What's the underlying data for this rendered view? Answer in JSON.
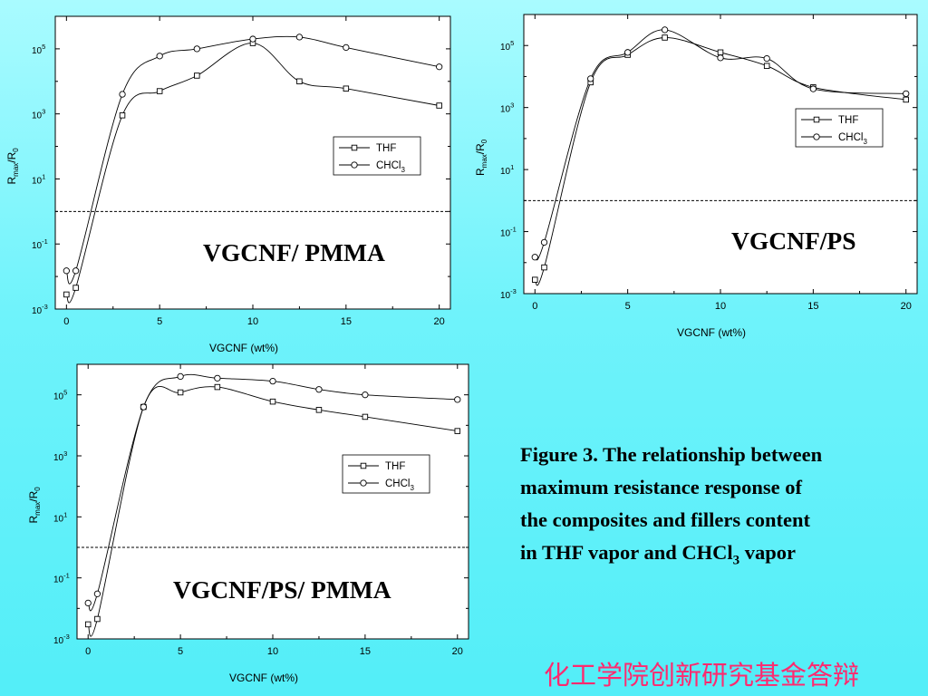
{
  "caption": {
    "line1": "Figure 3. The relationship between",
    "line2": "maximum resistance response of",
    "line3": "the composites and fillers content",
    "line4a": "in THF vapor and CHCl",
    "line4sub": "3",
    "line4b": " vapor"
  },
  "footer": "化工学院创新研究基金答辩",
  "colors": {
    "background": "#6ff3fb",
    "plot_bg": "#ffffff",
    "footer_text": "#ff2a6f"
  },
  "chart_data": [
    {
      "type": "scatter",
      "title": "VGCNF/ PMMA",
      "xlabel": "VGCNF (wt%)",
      "ylabel_main": "R",
      "ylabel_sub1": "max",
      "ylabel_mid": "/R",
      "ylabel_sub2": "0",
      "xlim": [
        -0.6,
        20.6
      ],
      "ylim_log10": [
        -3,
        6
      ],
      "y_scale": "log",
      "x_ticks": [
        0,
        5,
        10,
        15,
        20
      ],
      "x_tick_labels": [
        "0",
        "5",
        "10",
        "15",
        "20"
      ],
      "y_ticks_log10": [
        -3,
        -1,
        1,
        3,
        5
      ],
      "y_tick_base": "10",
      "y_tick_exps": [
        "-3",
        "-1",
        "1",
        "3",
        "5"
      ],
      "reference_line_y": 1,
      "legend": {
        "position": "center-right",
        "entries": [
          {
            "label": "THF",
            "sub": "",
            "marker": "square"
          },
          {
            "label": "CHCl",
            "sub": "3",
            "marker": "circle"
          }
        ]
      },
      "series": [
        {
          "name": "THF",
          "marker": "square",
          "x": [
            0,
            0.5,
            3,
            5,
            7,
            10,
            12.5,
            15,
            20
          ],
          "y": [
            0.0028,
            0.0045,
            900,
            5000,
            15000,
            150000,
            10000,
            6000,
            1800
          ]
        },
        {
          "name": "CHCl3",
          "marker": "circle",
          "x": [
            0,
            0.5,
            3,
            5,
            7,
            10,
            12.5,
            15,
            20
          ],
          "y": [
            0.015,
            0.015,
            4000,
            60000,
            100000,
            200000,
            230000,
            110000,
            28000
          ]
        }
      ]
    },
    {
      "type": "scatter",
      "title": "VGCNF/PS",
      "xlabel": "VGCNF (wt%)",
      "ylabel_main": "R",
      "ylabel_sub1": "max",
      "ylabel_mid": "/R",
      "ylabel_sub2": "0",
      "xlim": [
        -0.6,
        20.6
      ],
      "ylim_log10": [
        -3,
        6
      ],
      "y_scale": "log",
      "x_ticks": [
        0,
        5,
        10,
        15,
        20
      ],
      "x_tick_labels": [
        "0",
        "5",
        "10",
        "15",
        "20"
      ],
      "y_ticks_log10": [
        -3,
        -1,
        1,
        3,
        5
      ],
      "y_tick_base": "10",
      "y_tick_exps": [
        "-3",
        "-1",
        "1",
        "3",
        "5"
      ],
      "reference_line_y": 1,
      "legend": {
        "position": "center-right",
        "entries": [
          {
            "label": "THF",
            "sub": "",
            "marker": "square"
          },
          {
            "label": "CHCl",
            "sub": "3",
            "marker": "circle"
          }
        ]
      },
      "series": [
        {
          "name": "THF",
          "marker": "square",
          "x": [
            0,
            0.5,
            3,
            5,
            7,
            10,
            12.5,
            15,
            20
          ],
          "y": [
            0.0028,
            0.007,
            6500,
            50000,
            180000,
            60000,
            22000,
            4500,
            1800
          ]
        },
        {
          "name": "CHCl3",
          "marker": "circle",
          "x": [
            0,
            0.5,
            3,
            5,
            7,
            10,
            12.5,
            15,
            20
          ],
          "y": [
            0.015,
            0.045,
            8500,
            60000,
            320000,
            40000,
            38000,
            4000,
            2800
          ]
        }
      ]
    },
    {
      "type": "scatter",
      "title": "VGCNF/PS/ PMMA",
      "xlabel": "VGCNF (wt%)",
      "ylabel_main": "R",
      "ylabel_sub1": "max",
      "ylabel_mid": "/R",
      "ylabel_sub2": "0",
      "xlim": [
        -0.6,
        20.6
      ],
      "ylim_log10": [
        -3,
        6
      ],
      "y_scale": "log",
      "x_ticks": [
        0,
        5,
        10,
        15,
        20
      ],
      "x_tick_labels": [
        "0",
        "5",
        "10",
        "15",
        "20"
      ],
      "y_ticks_log10": [
        -3,
        -1,
        1,
        3,
        5
      ],
      "y_tick_base": "10",
      "y_tick_exps": [
        "-3",
        "-1",
        "1",
        "3",
        "5"
      ],
      "reference_line_y": 1,
      "legend": {
        "position": "center-right",
        "entries": [
          {
            "label": "THF",
            "sub": "",
            "marker": "square"
          },
          {
            "label": "CHCl",
            "sub": "3",
            "marker": "circle"
          }
        ]
      },
      "series": [
        {
          "name": "THF",
          "marker": "square",
          "x": [
            0,
            0.5,
            3,
            5,
            7,
            10,
            12.5,
            15,
            20
          ],
          "y": [
            0.003,
            0.0045,
            40000,
            120000,
            180000,
            60000,
            32000,
            19000,
            6500
          ]
        },
        {
          "name": "CHCl3",
          "marker": "circle",
          "x": [
            0,
            0.5,
            3,
            5,
            7,
            10,
            12.5,
            15,
            20
          ],
          "y": [
            0.015,
            0.03,
            40000,
            400000,
            350000,
            280000,
            150000,
            100000,
            70000
          ]
        }
      ]
    }
  ]
}
